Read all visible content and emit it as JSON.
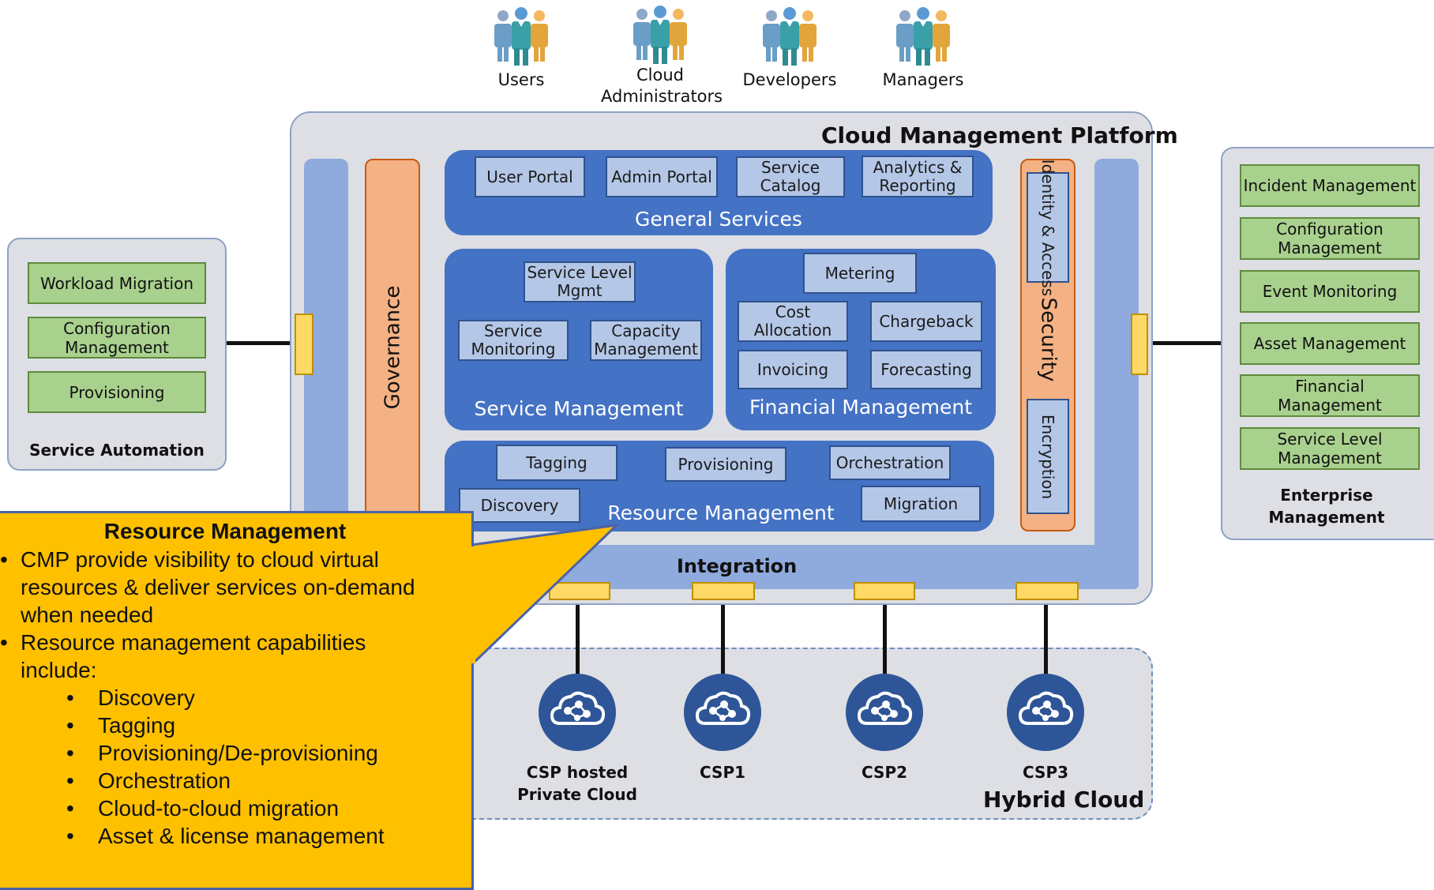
{
  "personas": [
    {
      "label": "Users"
    },
    {
      "label": "Cloud Administrators"
    },
    {
      "label": "Developers"
    },
    {
      "label": "Managers"
    }
  ],
  "cmp": {
    "title": "Cloud Management Platform",
    "governance": "Governance",
    "integration": "Integration",
    "security": {
      "label": "Security",
      "identity": "Identity & Access",
      "encryption": "Encryption"
    },
    "general_services": {
      "title": "General Services",
      "items": [
        "User Portal",
        "Admin Portal",
        "Service Catalog",
        "Analytics & Reporting"
      ]
    },
    "service_management": {
      "title": "Service Management",
      "items": [
        "Service Level Mgmt",
        "Service Monitoring",
        "Capacity Management"
      ]
    },
    "financial_management": {
      "title": "Financial Management",
      "items": [
        "Metering",
        "Cost Allocation",
        "Chargeback",
        "Invoicing",
        "Forecasting"
      ]
    },
    "resource_management": {
      "title": "Resource Management",
      "items": [
        "Tagging",
        "Provisioning",
        "Orchestration",
        "Discovery",
        "Migration"
      ]
    }
  },
  "service_automation": {
    "title": "Service Automation",
    "items": [
      "Workload Migration",
      "Configuration Management",
      "Provisioning"
    ]
  },
  "enterprise_management": {
    "title": "Enterprise Management",
    "items": [
      "Incident Management",
      "Configuration Management",
      "Event Monitoring",
      "Asset Management",
      "Financial Management",
      "Service Level Management"
    ]
  },
  "hybrid_cloud": {
    "title": "Hybrid Cloud",
    "clouds": [
      "CSP hosted Private Cloud",
      "CSP1",
      "CSP2",
      "CSP3"
    ]
  },
  "callout": {
    "title": "Resource Management",
    "bullets": [
      "CMP provide visibility to cloud virtual resources & deliver services on-demand when needed",
      "Resource management capabilities include:"
    ],
    "sub_bullets": [
      "Discovery",
      "Tagging",
      "Provisioning/De-provisioning",
      "Orchestration",
      "Cloud-to-cloud migration",
      "Asset & license management"
    ]
  },
  "colors": {
    "platform_bg": "#dddfe4",
    "section_blue": "#4472c4",
    "subitem_blue": "#b4c7e7",
    "green": "#a9d18e",
    "governance": "#f4b183",
    "connector": "#ffd966",
    "callout": "#ffc000",
    "integration_bar": "#8faadc",
    "cloud_icon": "#2e5597"
  }
}
